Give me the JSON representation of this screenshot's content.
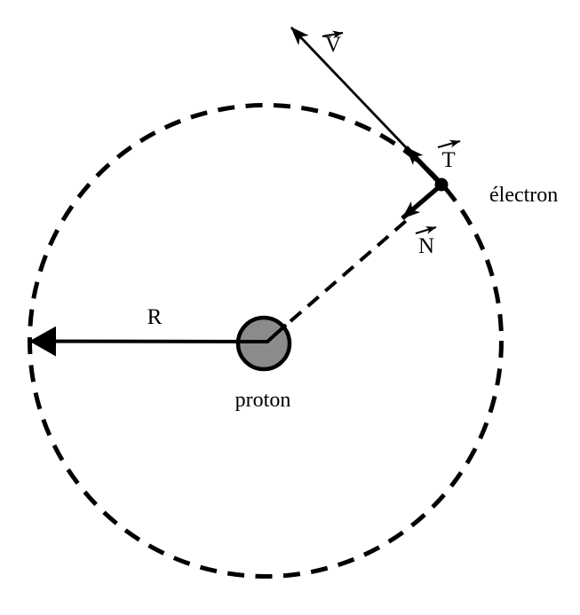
{
  "diagram": {
    "labels": {
      "velocity": "V",
      "tangent": "T",
      "normal": "N",
      "radius": "R",
      "electron": "électron",
      "proton": "proton"
    },
    "colors": {
      "ink": "#000000",
      "proton_fill": "#8b8b8b",
      "background": "#ffffff"
    }
  }
}
